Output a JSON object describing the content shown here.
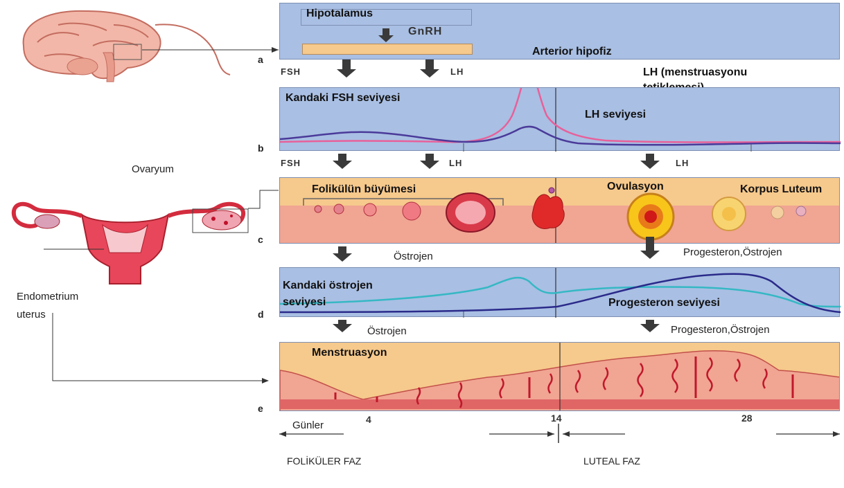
{
  "panel_a": {
    "hypothalamus": "Hipotalamus",
    "gnrh": "GnRH",
    "anterior_pituitary": "Arterior hipofiz"
  },
  "hormones": {
    "fsh": "FSH",
    "lh": "LH",
    "lh_surge": "LH (menstruasyonu tetiklemesi)"
  },
  "panel_b": {
    "fsh_level": "Kandaki FSH seviyesi",
    "lh_level": "LH seviyesi"
  },
  "panel_c": {
    "ovary": "Ovaryum",
    "follicle_growth": "Folikülün büyümesi",
    "ovulation": "Ovulasyon",
    "corpus_luteum": "Korpus Luteum"
  },
  "secretions": {
    "estrogen_1": "Östrojen",
    "prog_estrogen_1": "Progesteron,Östrojen",
    "estrogen_2": "Östrojen",
    "prog_estrogen_2": "Progesteron,Östrojen"
  },
  "panel_d": {
    "estrogen_level": "Kandaki östrojen seviyesi",
    "progesterone_level": "Progesteron seviyesi"
  },
  "panel_e": {
    "menstruation": "Menstruasyon",
    "endometrium": "Endometrium",
    "uterus": "uterus"
  },
  "letters": [
    "a",
    "b",
    "c",
    "d",
    "e"
  ],
  "axis": {
    "days_label": "Günler",
    "ticks": [
      "4",
      "14",
      "28"
    ],
    "follicular_phase": "FOLİKÜLER FAZ",
    "luteal_phase": "LUTEAL FAZ"
  },
  "colors": {
    "panel_blue": "#a9bfe3",
    "lh_pink": "#e8609a",
    "fsh_purple": "#4a3a9a",
    "estrogen_cyan": "#35b8c4",
    "progesterone_navy": "#2a2a8a",
    "tissue_pink": "#f1a593",
    "orange_band": "#f6c98c"
  }
}
